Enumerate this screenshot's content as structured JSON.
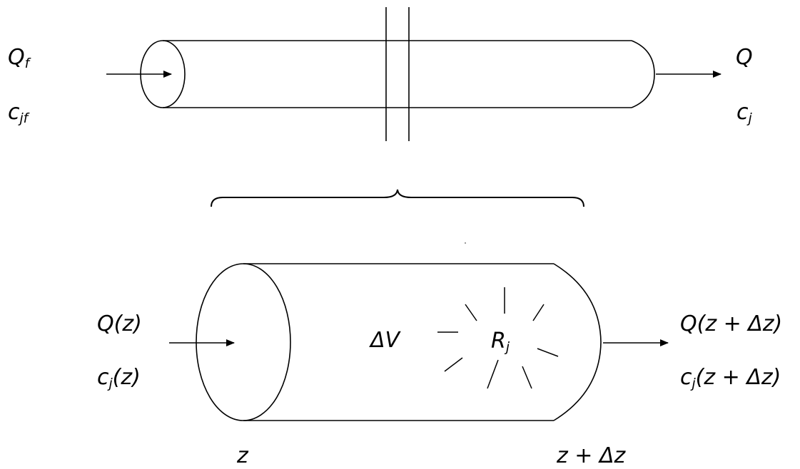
{
  "diagram": {
    "top_pipe": {
      "inlet_flow": {
        "sym": "Q",
        "sub": "f"
      },
      "inlet_conc": {
        "sym": "c",
        "sub": "jf"
      },
      "outlet_flow": {
        "sym": "Q"
      },
      "outlet_conc": {
        "sym": "c",
        "sub": "j"
      }
    },
    "element": {
      "inlet_flow": "Q(z)",
      "inlet_conc": {
        "sym": "c",
        "sub": "j",
        "arg": "(z)"
      },
      "outlet_flow": "Q(z + Δz)",
      "outlet_conc": {
        "sym": "c",
        "sub": "j",
        "arg": "(z + Δz)"
      },
      "volume": "ΔV",
      "reaction": {
        "sym": "R",
        "sub": "j"
      },
      "left_position": "z",
      "right_position": "z + Δz"
    }
  }
}
